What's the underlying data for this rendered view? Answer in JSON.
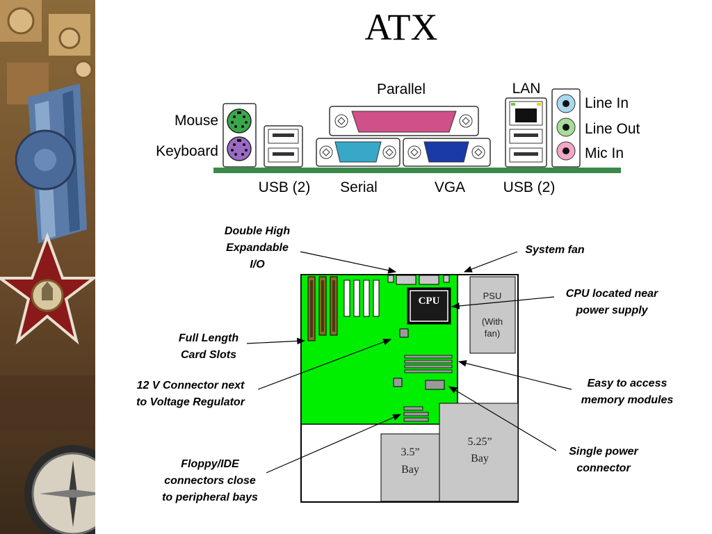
{
  "title": "ATX",
  "io_panel": {
    "labels": {
      "mouse": "Mouse",
      "keyboard": "Keyboard",
      "parallel": "Parallel",
      "lan": "LAN",
      "line_in": "Line In",
      "line_out": "Line Out",
      "mic_in": "Mic In",
      "usb_left": "USB (2)",
      "serial": "Serial",
      "vga": "VGA",
      "usb_right": "USB (2)"
    },
    "colors": {
      "mouse_port": "#3aa84a",
      "keyboard_port": "#9a6ac4",
      "parallel_port": "#d0508a",
      "serial_port": "#38a8c8",
      "vga_port": "#1a3aa8",
      "line_in_jack": "#a8d8ec",
      "line_out_jack": "#a8dc98",
      "mic_in_jack": "#f0a8c4",
      "pcb": "#3a8a4a"
    }
  },
  "board": {
    "cpu_label": "CPU",
    "psu_label": "PSU",
    "psu_sub1": "(With",
    "psu_sub2": "fan)",
    "bay35_line1": "3.5”",
    "bay35_line2": "Bay",
    "bay525_line1": "5.25”",
    "bay525_line2": "Bay",
    "colors": {
      "board": "#00ee00",
      "bay": "#c8c8c8",
      "slot_isa": "#8a6a2a"
    }
  },
  "callouts": {
    "double_high_1": "Double High",
    "double_high_2": "Expandable",
    "double_high_3": "I/O",
    "system_fan": "System fan",
    "cpu_near_1": "CPU located near",
    "cpu_near_2": "power supply",
    "full_length_1": "Full Length",
    "full_length_2": "Card Slots",
    "v12_1": "12 V Connector next",
    "v12_2": "to Voltage Regulator",
    "memory_1": "Easy to access",
    "memory_2": "memory modules",
    "floppy_1": "Floppy/IDE",
    "floppy_2": "connectors close",
    "floppy_3": "to peripheral bays",
    "single_power_1": "Single power",
    "single_power_2": "connector"
  }
}
